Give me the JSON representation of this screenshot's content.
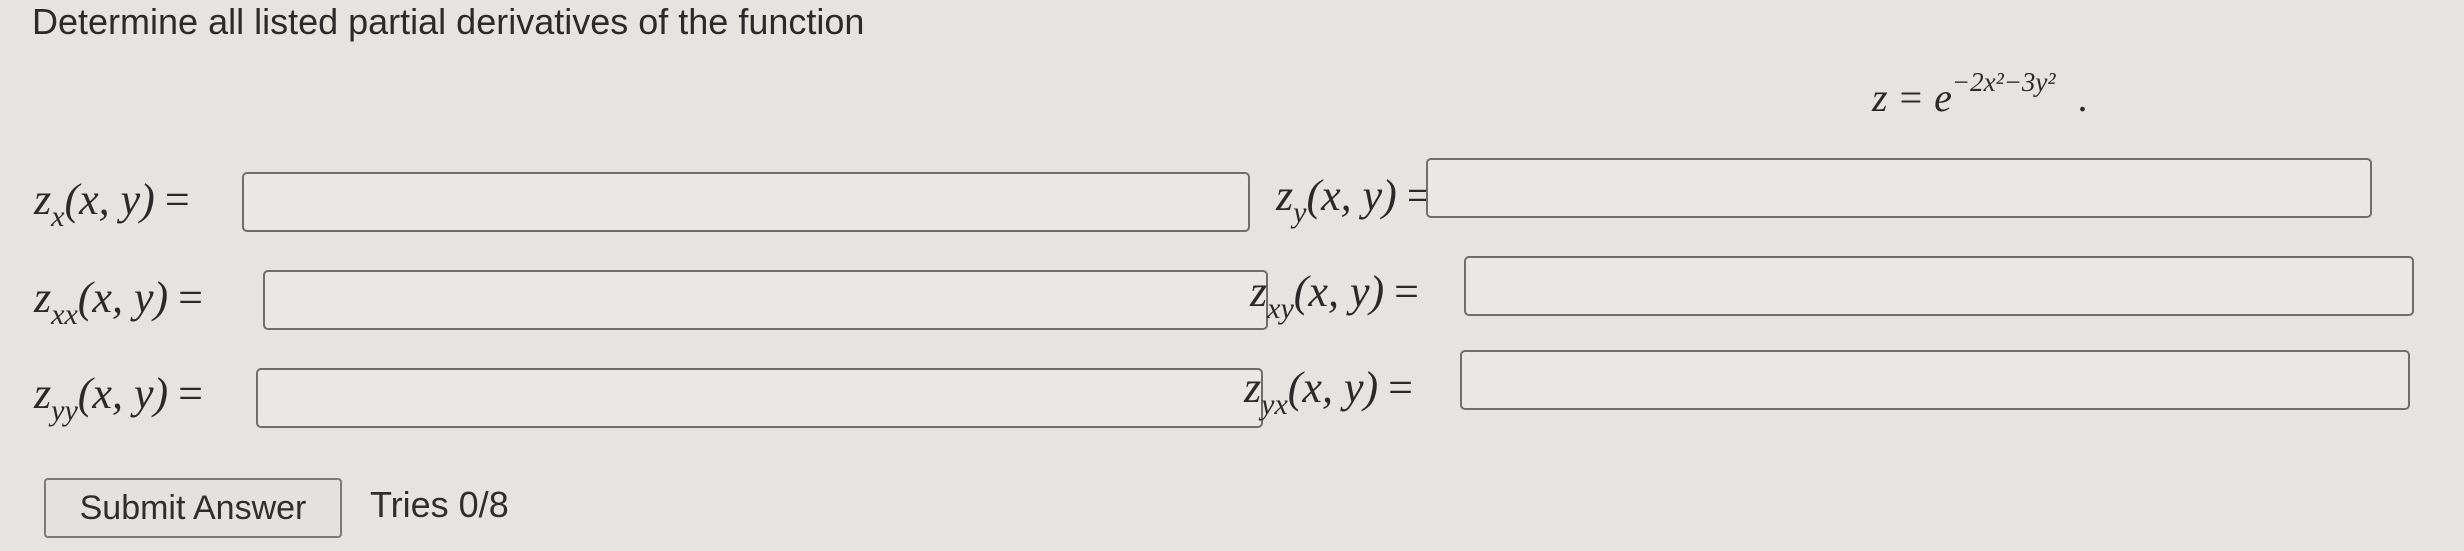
{
  "question": {
    "prompt": "Determine all listed partial derivatives of the function",
    "function": {
      "lhs": "z",
      "equals": "=",
      "base": "e",
      "exponent": "−2x²−3y²",
      "terminator": "."
    }
  },
  "fields": [
    {
      "id": "zx",
      "z": "z",
      "sub": "x",
      "args": "(x, y)",
      "eq": "=",
      "value": "",
      "placeholder": ""
    },
    {
      "id": "zy",
      "z": "z",
      "sub": "y",
      "args": "(x, y)",
      "eq": "=",
      "value": "",
      "placeholder": ""
    },
    {
      "id": "zxx",
      "z": "z",
      "sub": "xx",
      "args": "(x, y)",
      "eq": "=",
      "value": "",
      "placeholder": ""
    },
    {
      "id": "zxy",
      "z": "z",
      "sub": "xy",
      "args": "(x, y)",
      "eq": "=",
      "value": "",
      "placeholder": ""
    },
    {
      "id": "zyy",
      "z": "z",
      "sub": "yy",
      "args": "(x, y)",
      "eq": "=",
      "value": "",
      "placeholder": ""
    },
    {
      "id": "zyx",
      "z": "z",
      "sub": "yx",
      "args": "(x, y)",
      "eq": "=",
      "value": "",
      "placeholder": ""
    }
  ],
  "actions": {
    "submit_label": "Submit Answer",
    "tries_text": "Tries 0/8"
  }
}
